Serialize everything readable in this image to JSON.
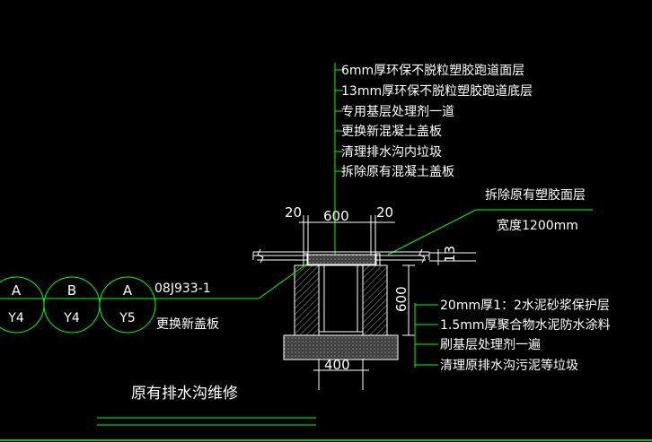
{
  "colors": {
    "background": "#000000",
    "text": "#ffffff",
    "outline": "#ffffff",
    "leader": "#00ff00",
    "hatch": "#888888"
  },
  "layers_note_top": [
    "6mm厚环保不脱粒塑胶跑道面层",
    "13mm厚环保不脱粒塑胶跑道底层",
    "专用基层处理剂一道",
    "更换新混凝土盖板",
    "清理排水沟内垃圾",
    "拆除原有混凝土盖板"
  ],
  "right_notes": {
    "remove_surface": "拆除原有塑胶面层",
    "width": "宽度1200mm"
  },
  "layers_note_bottom": [
    "20mm厚1：2水泥砂浆保护层",
    "1.5mm厚聚合物水泥防水涂料",
    "刷基层处理剂一遍",
    "清理原排水沟污泥等垃圾"
  ],
  "dimensions": {
    "left_gap": "20",
    "opening": "600",
    "right_gap": "20",
    "cover_thickness": "13",
    "depth": "600",
    "base_width": "400"
  },
  "reference": {
    "code": "08J933-1",
    "note": "更换新盖板"
  },
  "bubbles": [
    {
      "top": "A",
      "bottom": "Y4"
    },
    {
      "top": "B",
      "bottom": "Y4"
    },
    {
      "top": "A",
      "bottom": "Y5"
    }
  ],
  "title": "原有排水沟维修"
}
